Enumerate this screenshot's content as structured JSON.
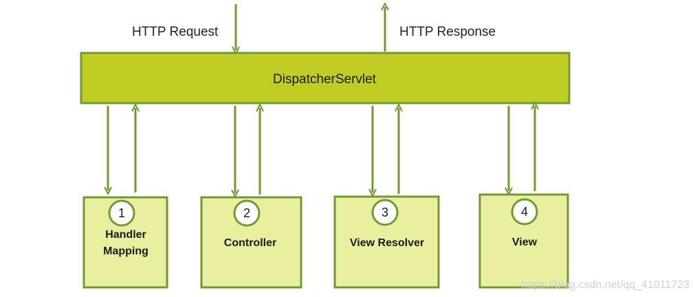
{
  "diagram": {
    "request_label": "HTTP Request",
    "response_label": "HTTP Response",
    "dispatcher_label": "DispatcherServlet",
    "components": [
      {
        "number": "1",
        "lines": [
          "Handler",
          "Mapping"
        ]
      },
      {
        "number": "2",
        "lines": [
          "Controller"
        ]
      },
      {
        "number": "3",
        "lines": [
          "View Resolver"
        ]
      },
      {
        "number": "4",
        "lines": [
          "View"
        ]
      }
    ],
    "colors": {
      "dispatcher_fill": "#c0cd22",
      "box_fill": "#e9ef9e",
      "border": "#6f9a33",
      "arrow": "#6f9a33"
    }
  },
  "watermark": "https://blog.csdn.net/qq_41011723"
}
